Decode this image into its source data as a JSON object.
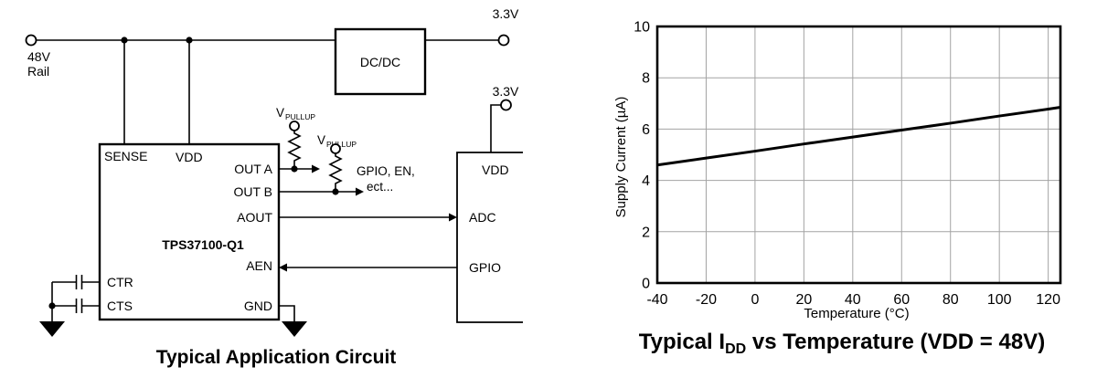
{
  "circuit": {
    "caption": "Typical Application Circuit",
    "rail": {
      "line1": "48V",
      "line2": "Rail"
    },
    "supply_top": "3.3V",
    "supply_mcu": "3.3V",
    "dcdc_label": "DC/DC",
    "pullup1": {
      "v": "V",
      "sub": "PULLUP"
    },
    "pullup2": {
      "v": "V",
      "sub": "PULLUP"
    },
    "gpio_note_line1": "GPIO, EN,",
    "gpio_note_line2": "ect...",
    "chip": {
      "name": "TPS37100-Q1",
      "pins": {
        "sense": "SENSE",
        "vdd": "VDD",
        "outa": "OUT A",
        "outb": "OUT B",
        "aout": "AOUT",
        "aen": "AEN",
        "ctr": "CTR",
        "cts": "CTS",
        "gnd": "GND"
      }
    },
    "mcu": {
      "pins": {
        "vdd": "VDD",
        "adc": "ADC",
        "gpio": "GPIO"
      }
    }
  },
  "chart_data": {
    "type": "line",
    "title_parts": [
      "Typical I",
      "DD",
      " vs Temperature (VDD = 48V)"
    ],
    "xlabel": "Temperature (°C)",
    "ylabel": "Supply Current (µA)",
    "xlim": [
      -40,
      125
    ],
    "ylim": [
      0,
      10
    ],
    "xticks": [
      -40,
      -20,
      0,
      20,
      40,
      60,
      80,
      100,
      120
    ],
    "yticks": [
      0,
      2,
      4,
      6,
      8,
      10
    ],
    "grid": true,
    "grid_color": "#a3a3a3",
    "line_color": "#000000",
    "series": [
      {
        "name": "IDD",
        "x": [
          -40,
          -20,
          0,
          20,
          40,
          60,
          80,
          100,
          120,
          125
        ],
        "y": [
          4.6,
          4.87,
          5.14,
          5.42,
          5.69,
          5.96,
          6.23,
          6.51,
          6.78,
          6.85
        ]
      }
    ]
  }
}
